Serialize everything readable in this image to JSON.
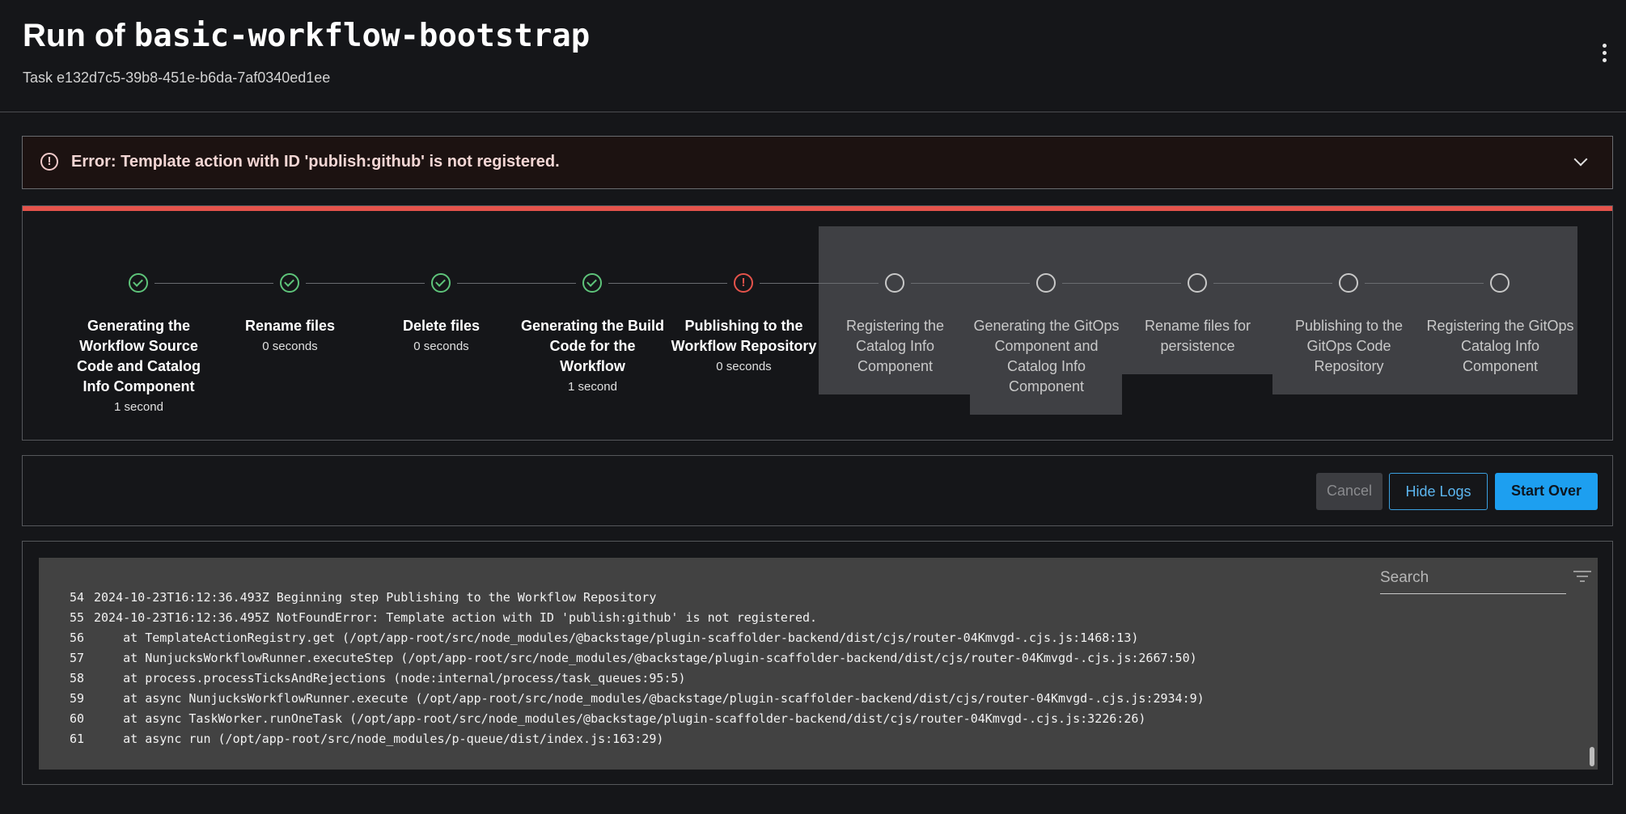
{
  "header": {
    "title_prefix": "Run of ",
    "title_template": "basic-workflow-bootstrap",
    "task_id": "Task e132d7c5-39b8-451e-b6da-7af0340ed1ee",
    "menu_icon": "kebab-vertical-icon"
  },
  "error": {
    "icon": "exclamation-circle-icon",
    "message": "Error: Template action with ID 'publish:github' is not registered.",
    "toggle_icon": "chevron-down-icon"
  },
  "steps": [
    {
      "label": "Generating the Workflow Source Code and Catalog Info Component",
      "duration": "1 second",
      "status": "completed"
    },
    {
      "label": "Rename files",
      "duration": "0 seconds",
      "status": "completed"
    },
    {
      "label": "Delete files",
      "duration": "0 seconds",
      "status": "completed"
    },
    {
      "label": "Generating the Build Code for the Workflow",
      "duration": "1 second",
      "status": "completed"
    },
    {
      "label": "Publishing to the Workflow Repository",
      "duration": "0 seconds",
      "status": "failed"
    },
    {
      "label": "Registering the Catalog Info Component",
      "duration": "",
      "status": "pending"
    },
    {
      "label": "Generating the GitOps Component and Catalog Info Component",
      "duration": "",
      "status": "pending"
    },
    {
      "label": "Rename files for persistence",
      "duration": "",
      "status": "pending"
    },
    {
      "label": "Publishing to the GitOps Code Repository",
      "duration": "",
      "status": "pending"
    },
    {
      "label": "Registering the GitOps Catalog Info Component",
      "duration": "",
      "status": "pending"
    }
  ],
  "status_colors": {
    "completed": "#5ec47a",
    "failed": "#e5534b",
    "pending": "#c8c8c8"
  },
  "actions": {
    "cancel": "Cancel",
    "hide_logs": "Hide Logs",
    "start_over": "Start Over",
    "accent": "#1d9ff0"
  },
  "logs": {
    "search_placeholder": "Search",
    "filter_icon": "filter-icon",
    "lines": [
      {
        "n": "54",
        "text": "2024-10-23T16:12:36.493Z Beginning step Publishing to the Workflow Repository"
      },
      {
        "n": "55",
        "text": "2024-10-23T16:12:36.495Z NotFoundError: Template action with ID 'publish:github' is not registered."
      },
      {
        "n": "56",
        "text": "    at TemplateActionRegistry.get (/opt/app-root/src/node_modules/@backstage/plugin-scaffolder-backend/dist/cjs/router-04Kmvgd-.cjs.js:1468:13)"
      },
      {
        "n": "57",
        "text": "    at NunjucksWorkflowRunner.executeStep (/opt/app-root/src/node_modules/@backstage/plugin-scaffolder-backend/dist/cjs/router-04Kmvgd-.cjs.js:2667:50)"
      },
      {
        "n": "58",
        "text": "    at process.processTicksAndRejections (node:internal/process/task_queues:95:5)"
      },
      {
        "n": "59",
        "text": "    at async NunjucksWorkflowRunner.execute (/opt/app-root/src/node_modules/@backstage/plugin-scaffolder-backend/dist/cjs/router-04Kmvgd-.cjs.js:2934:9)"
      },
      {
        "n": "60",
        "text": "    at async TaskWorker.runOneTask (/opt/app-root/src/node_modules/@backstage/plugin-scaffolder-backend/dist/cjs/router-04Kmvgd-.cjs.js:3226:26)"
      },
      {
        "n": "61",
        "text": "    at async run (/opt/app-root/src/node_modules/p-queue/dist/index.js:163:29)"
      }
    ]
  }
}
